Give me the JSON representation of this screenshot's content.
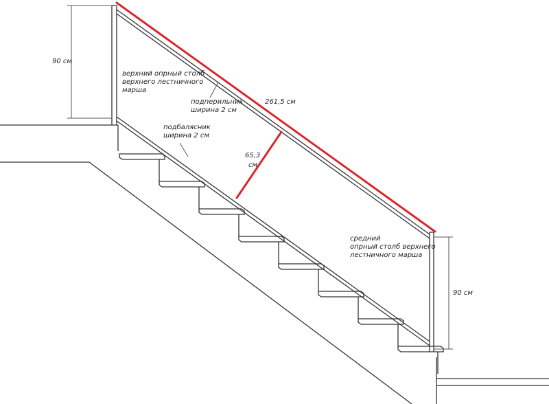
{
  "diagram": {
    "labels": {
      "height_top": "90 см",
      "height_bottom": "90 см",
      "handrail_length": "261,5 см",
      "diagonal": [
        "65,3",
        "см"
      ],
      "top_post": [
        "верхний опрный столб",
        "верхнего лестничного",
        "марша"
      ],
      "handrail_sub": [
        "подперильник",
        "ширина 2 см"
      ],
      "baluster_sub": [
        "подбалясник",
        "ширина 2 см"
      ],
      "middle_post": [
        "средний",
        "опрный столб верхнего",
        "лестничного марша"
      ]
    },
    "colors": {
      "lines": "#333333",
      "measure": "#d9262c",
      "background": "#ffffff"
    }
  }
}
